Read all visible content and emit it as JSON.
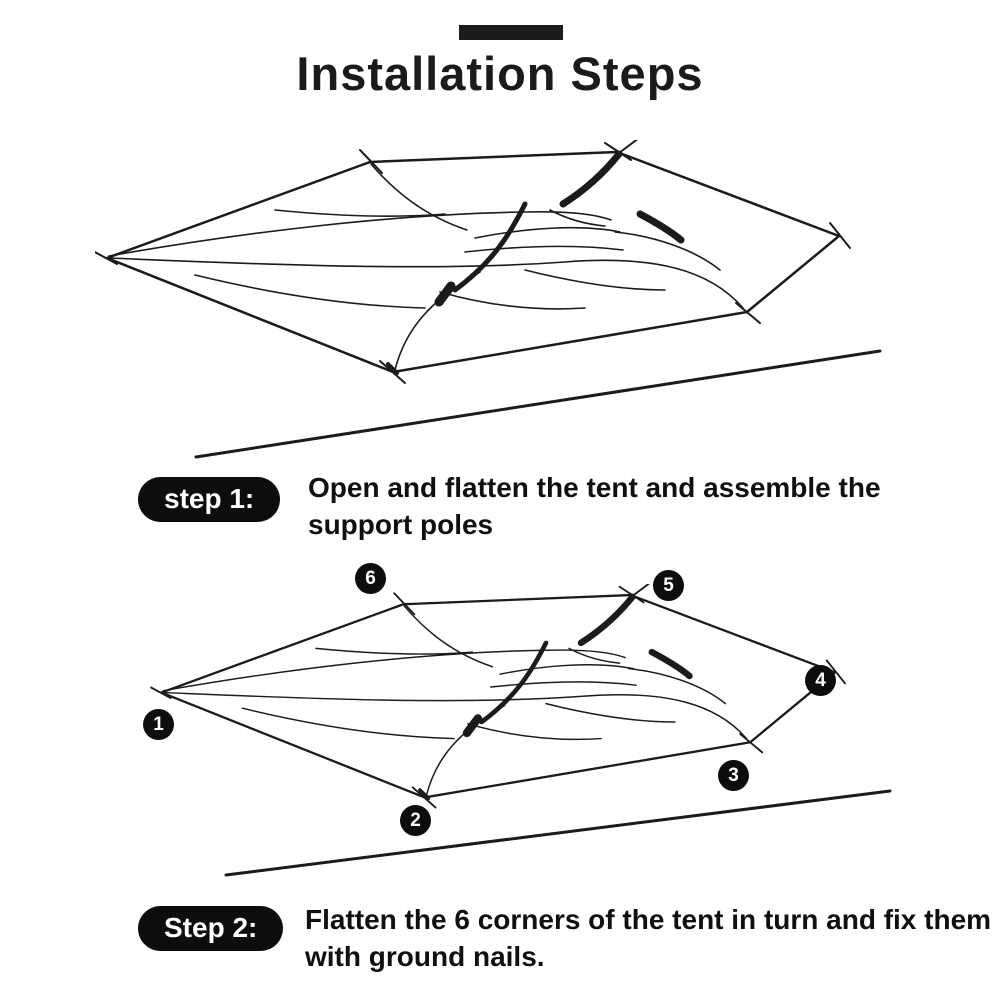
{
  "title": "Installation Steps",
  "steps": [
    {
      "label": "step 1:",
      "text": "Open and flatten the tent and assemble the support poles"
    },
    {
      "label": "Step 2:",
      "text": "Flatten the 6 corners of the tent in turn and fix them with ground nails."
    }
  ],
  "corners": [
    "1",
    "2",
    "3",
    "4",
    "5",
    "6"
  ],
  "icons": {
    "tent_flat": "flattened-tent-illustration",
    "tent_corners": "flattened-tent-with-numbered-corners-illustration",
    "ground_line": "ground-guide-line"
  },
  "colors": {
    "ink": "#1b1b1b",
    "badge_background": "#0d0d0d",
    "badge_text": "#ffffff",
    "background": "#ffffff"
  }
}
